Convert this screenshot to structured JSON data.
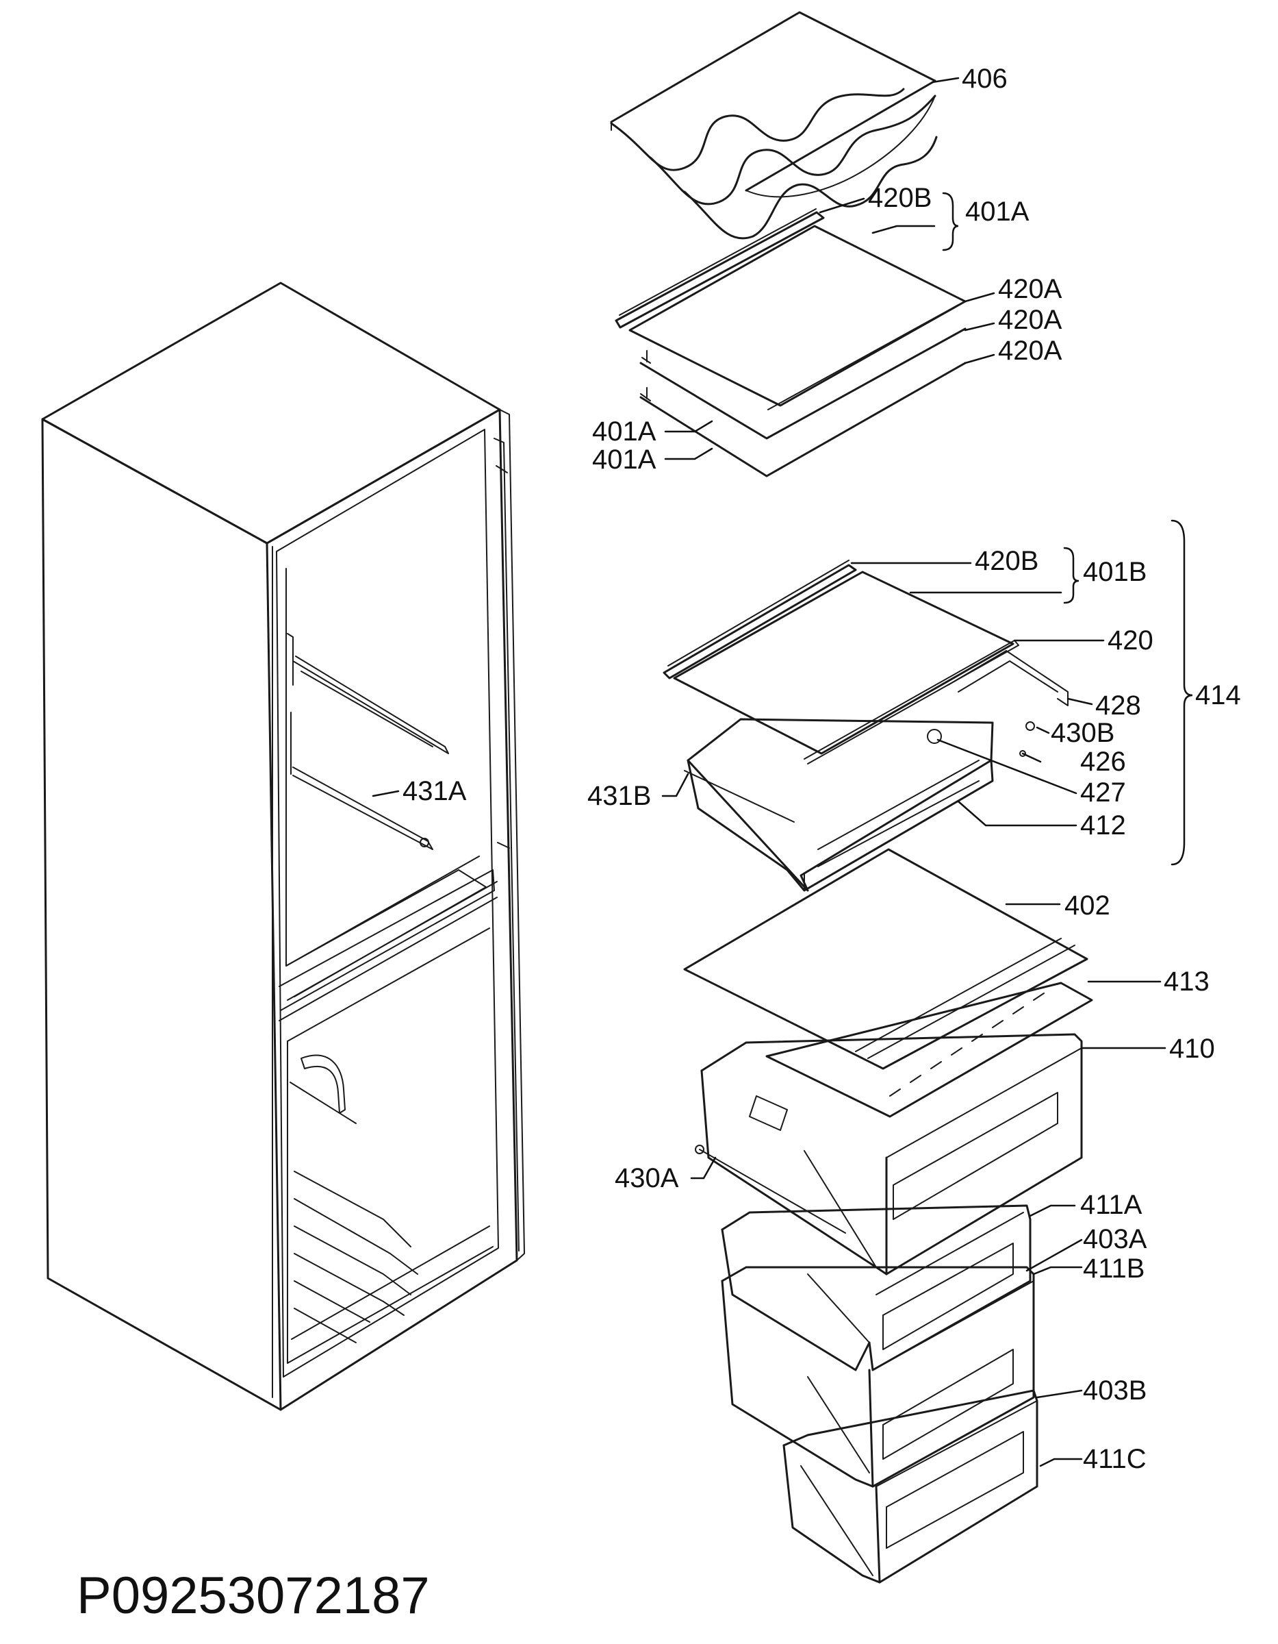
{
  "document_code": "P09253072187",
  "labels": {
    "wine_rack": "406",
    "shelf_trim_top": "420B",
    "shelf_set_top": "401A",
    "trim_a1": "420A",
    "trim_a2": "420A",
    "trim_a3": "420A",
    "glass_shelf_1": "401A",
    "glass_shelf_2": "401A",
    "shelf_trim_mid": "420B",
    "shelf_set_mid": "401B",
    "mid_trim": "420",
    "drawer_assembly": "414",
    "rail_right": "428",
    "runner_right": "430B",
    "screw": "426",
    "knob": "427",
    "drawer_box": "412",
    "runner_left": "431B",
    "cabinet_rail": "431A",
    "glass_divider": "402",
    "vent_cover": "413",
    "freezer_top_box": "410",
    "freezer_runner": "430A",
    "drawer_1": "411A",
    "drawer_front_1": "403A",
    "drawer_2": "411B",
    "drawer_front_2": "403B",
    "drawer_3": "411C"
  }
}
